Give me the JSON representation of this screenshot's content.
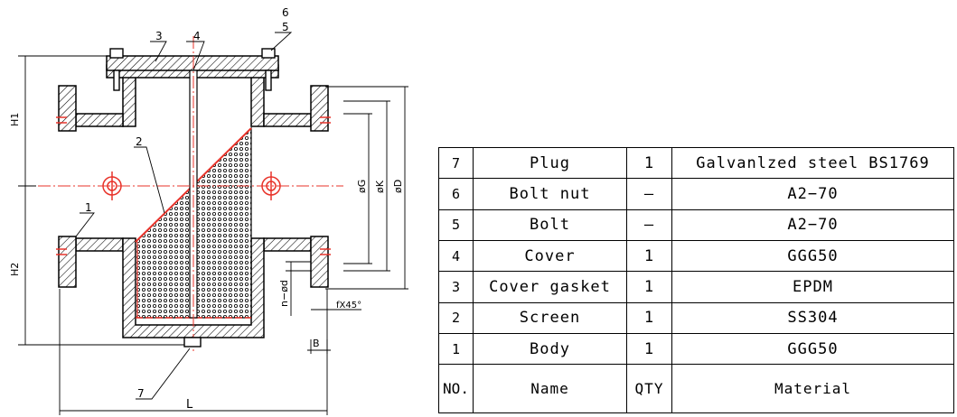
{
  "drawing": {
    "callouts": [
      "1",
      "2",
      "3",
      "4",
      "5",
      "6",
      "7"
    ],
    "dimensions": {
      "h1": "H1",
      "h2": "H2",
      "l": "L",
      "g": "øG",
      "k": "øK",
      "d": "øD",
      "bolt_holes": "n−ød",
      "chamfer": "fX45°",
      "b": "B"
    }
  },
  "table": {
    "header": {
      "no": "NO.",
      "name": "Name",
      "qty": "QTY",
      "material": "Material"
    },
    "rows": [
      {
        "no": "7",
        "name": "Plug",
        "qty": "1",
        "material": "Galvanlzed steel BS1769"
      },
      {
        "no": "6",
        "name": "Bolt nut",
        "qty": "—",
        "material": "A2−70"
      },
      {
        "no": "5",
        "name": "Bolt",
        "qty": "—",
        "material": "A2−70"
      },
      {
        "no": "4",
        "name": "Cover",
        "qty": "1",
        "material": "GGG50"
      },
      {
        "no": "3",
        "name": "Cover gasket",
        "qty": "1",
        "material": "EPDM"
      },
      {
        "no": "2",
        "name": "Screen",
        "qty": "1",
        "material": "SS304"
      },
      {
        "no": "1",
        "name": "Body",
        "qty": "1",
        "material": "GGG50"
      }
    ]
  }
}
